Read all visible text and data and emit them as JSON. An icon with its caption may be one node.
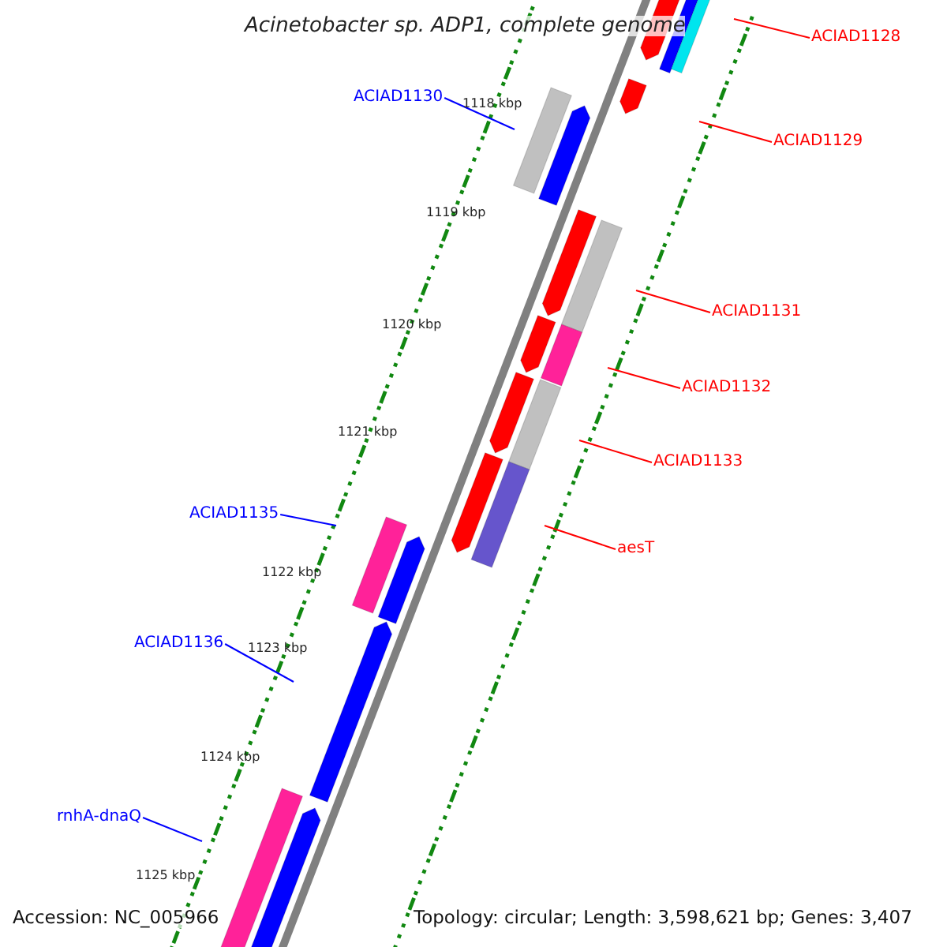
{
  "diagram": {
    "title": "Acinetobacter sp. ADP1, complete genome",
    "nodes": [
      {
        "text": [
          "ACIAD1128"
        ]
      },
      {
        "text": [
          "ACIAD1129"
        ]
      },
      {
        "text": [
          "ACIAD1130"
        ]
      },
      {
        "text": [
          "ACIAD1131"
        ]
      },
      {
        "text": [
          "ACIAD1132"
        ]
      },
      {
        "text": [
          "ACIAD1133"
        ]
      },
      {
        "text": [
          "aesT"
        ]
      },
      {
        "text": [
          "ACIAD1135"
        ]
      },
      {
        "text": [
          "ACIAD1136"
        ]
      },
      {
        "text": [
          "rnhA-dnaQ"
        ]
      }
    ],
    "edges": [
      {
        "from": 0,
        "to": null,
        "arrow": "none"
      },
      {
        "from": 1,
        "to": null,
        "arrow": "none"
      },
      {
        "from": 2,
        "to": null,
        "arrow": "none",
        "color": "#0000ff"
      },
      {
        "from": 3,
        "to": null,
        "arrow": "none"
      },
      {
        "from": 4,
        "to": null,
        "arrow": "none"
      },
      {
        "from": 5,
        "to": null,
        "arrow": "none"
      },
      {
        "from": 6,
        "to": null,
        "arrow": "none"
      },
      {
        "from": 7,
        "to": null,
        "arrow": "none",
        "color": "#0000ff"
      },
      {
        "from": 8,
        "to": null,
        "arrow": "none",
        "color": "#0000ff"
      },
      {
        "from": 9,
        "to": null,
        "arrow": "none",
        "color": "#0000ff"
      }
    ],
    "labels": [
      "1118 kbp",
      "1119 kbp",
      "1120 kbp",
      "1121 kbp",
      "1122 kbp",
      "1123 kbp",
      "1124 kbp",
      "1125 kbp",
      "Accession: NC_005966",
      "Topology: circular; Length: 3,598,621 bp; Genes: 3,407"
    ]
  }
}
